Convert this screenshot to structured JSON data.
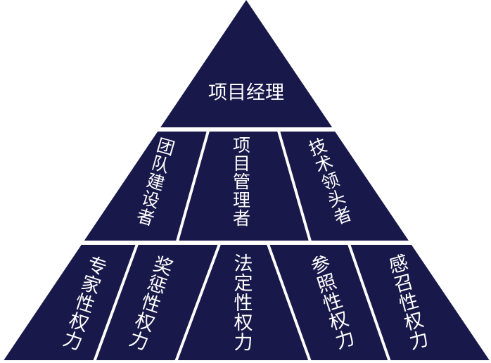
{
  "colors": {
    "fill": "#18184a",
    "separator": "#ffffff",
    "text": "#ffffff"
  },
  "pyramid": {
    "top": "项目经理",
    "middle": [
      "团队建设者",
      "项目管理者",
      "技术领头者"
    ],
    "bottom": [
      "专家性权力",
      "奖惩性权力",
      "法定性权力",
      "参照性权力",
      "感召性权力"
    ]
  }
}
